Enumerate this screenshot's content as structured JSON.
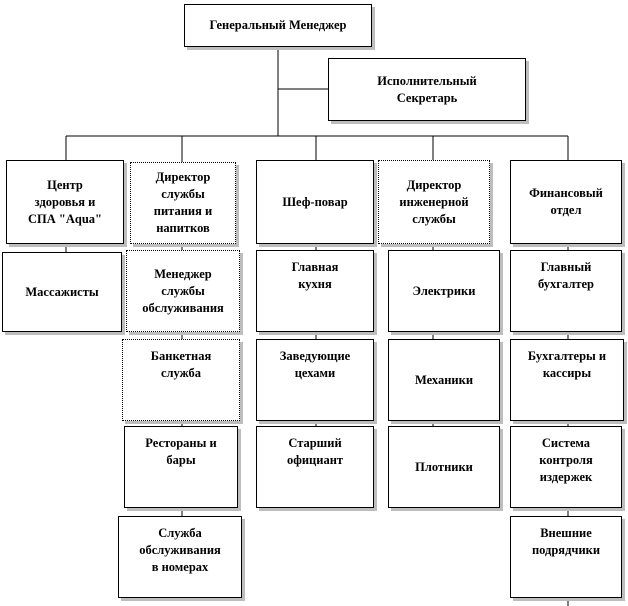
{
  "diagram": {
    "line_color": "#000000",
    "nodes": {
      "gm": "Генеральный Менеджер",
      "secretary": "Исполнительный\nСекретарь",
      "spa": "Центр\nздоровья и\nСПА \"Aqua\"",
      "massage": "Массажисты",
      "fnb": "Директор\nслужбы\nпитания и\nнапитков",
      "service_manager": "Менеджер\nслужбы\nобслуживания",
      "banquet": "Банкетная\nслужба",
      "restaurants": "Рестораны и\nбары",
      "room_service": "Служба\nобслуживания\nв номерах",
      "chef": "Шеф-повар",
      "main_kitchen": "Главная\nкухня",
      "shop_heads": "Заведующие\nцехами",
      "senior_waiter": "Старший\nофициант",
      "engineering": "Директор\nинженерной\nслужбы",
      "electricians": "Электрики",
      "mechanics": "Механики",
      "carpenters": "Плотники",
      "finance": "Финансовый\nотдел",
      "chief_accountant": "Главный\nбухгалтер",
      "accountants": "Бухгалтеры и\nкассиры",
      "cost_control": "Система\nконтроля\nиздержек",
      "contractors": "Внешние\nподрядчики"
    }
  }
}
